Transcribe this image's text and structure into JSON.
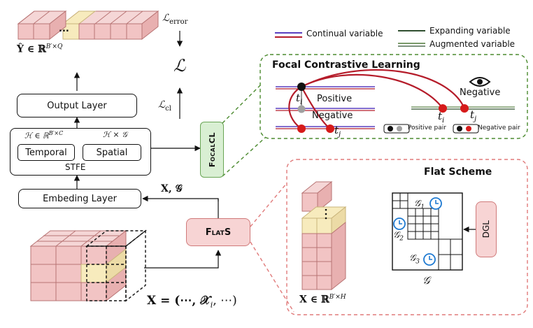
{
  "output_top": {
    "ellipsis": "...",
    "label": "Ŷ ∈ ℝ",
    "sup": "B′×Q"
  },
  "loss": {
    "error": "ℒ",
    "error_sub": "error",
    "main": "ℒ",
    "cl": "ℒ",
    "cl_sub": "cl"
  },
  "legend": {
    "continual": "Continual variable",
    "expanding": "Expanding variable",
    "augmented": "Augmented variable"
  },
  "focal_cl": {
    "title": "Focal Contrastive Learning",
    "ti_label_1": "t",
    "ti_sub": "i",
    "tj_sub": "j",
    "positive": "Positive",
    "negative_1": "Negative",
    "negative_2": "Negative",
    "positive_pair": "Positive pair",
    "negative_pair": "Negative pair"
  },
  "model": {
    "output_layer": "Output Layer",
    "h_left": "ℋ ∈ ℝ",
    "h_left_sup": "B′×C",
    "h_right": "ℋ × 𝒢",
    "temporal": "Temporal",
    "spatial": "Spatial",
    "stfe": "STFE",
    "embedding_layer": "Embeding Layer",
    "x_g": "X, 𝒢"
  },
  "focalcl_box": "FocalCL",
  "flats_box": "FlatS",
  "flat_scheme": {
    "title": "Flat Scheme",
    "g1": "𝒢",
    "g1_sub": "1",
    "g2": "𝒢",
    "g2_sub": "2",
    "g3": "𝒢",
    "g3_sub": "3",
    "g": "𝒢",
    "dgl": "DGL",
    "x_flat": "X ∈ ℝ",
    "x_flat_sup": "B′×H"
  },
  "input": {
    "formula": "X = (⋯, 𝒳",
    "formula_sub": "i",
    "formula_end": ", ⋯)"
  },
  "colors": {
    "pink": "#f2c4c4",
    "pink_dark": "#c98888",
    "yellow": "#f7ebbd",
    "yellow_dark": "#c9b47a",
    "green_fill": "#d9efd3",
    "green_dashed": "#4a8a2e",
    "red_dashed": "#e07a7a",
    "flats_fill": "#f7d4d4",
    "purple": "#5a3fbf",
    "crimson": "#b51c2a",
    "dark_green": "#2f4f2f"
  }
}
